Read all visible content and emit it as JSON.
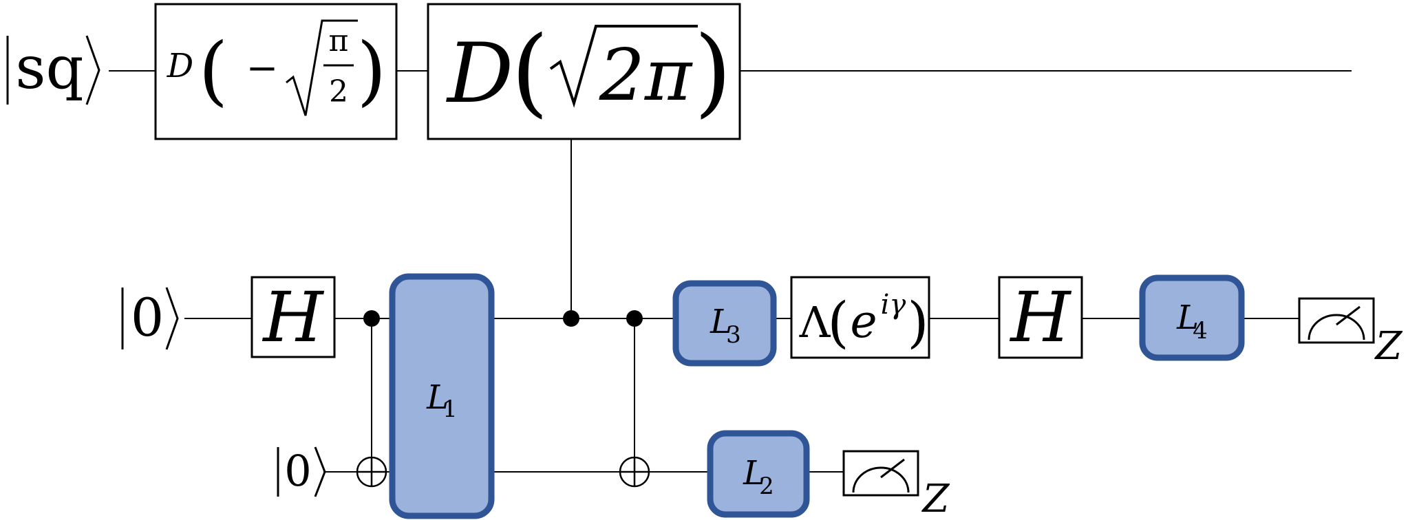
{
  "colors": {
    "logical_gate_fill": "#9bb2dd",
    "logical_gate_stroke": "#2f5597",
    "wire": "#000000",
    "background": "#ffffff"
  },
  "wires": {
    "top": {
      "ket": "sq"
    },
    "middle": {
      "ket": "0"
    },
    "bottom": {
      "ket": "0"
    }
  },
  "gates": {
    "d1": {
      "prefix": "D",
      "open": "(",
      "minus": "−",
      "num": "π",
      "den": "2",
      "close": ")"
    },
    "d2": {
      "prefix": "D",
      "open": "(",
      "radicand": "2π",
      "close": ")"
    },
    "h1": {
      "label": "H"
    },
    "h2": {
      "label": "H"
    },
    "lambda": {
      "symbol": "Λ",
      "open": "(",
      "base": "e",
      "exponent": "iγ",
      "close": ")"
    },
    "l1": {
      "letter": "L",
      "sub": "1"
    },
    "l2": {
      "letter": "L",
      "sub": "2"
    },
    "l3": {
      "letter": "L",
      "sub": "3"
    },
    "l4": {
      "letter": "L",
      "sub": "4"
    }
  },
  "measurements": {
    "middle": {
      "basis": "Z"
    },
    "bottom": {
      "basis": "Z"
    }
  }
}
